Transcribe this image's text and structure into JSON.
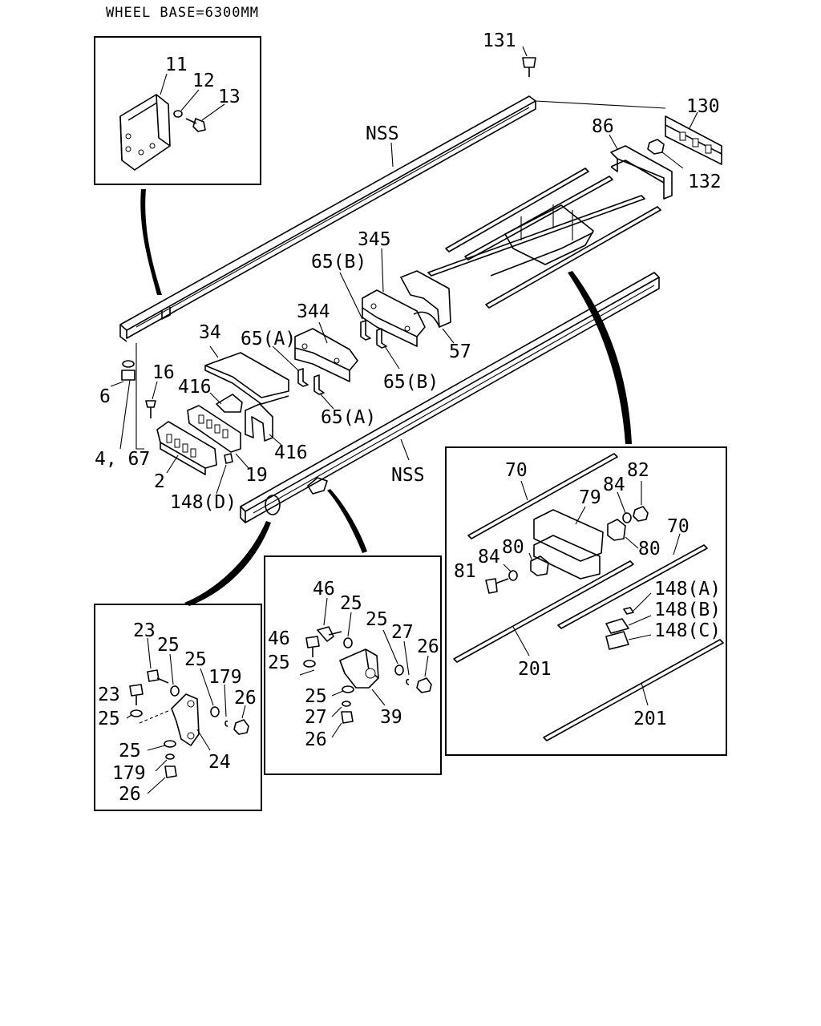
{
  "title": "WHEEL BASE=6300MM",
  "main": {
    "labels": {
      "l131": "131",
      "l130": "130",
      "l86": "86",
      "l132": "132",
      "l11": "11",
      "l12": "12",
      "l13": "13",
      "nss_top": "NSS",
      "nss_bottom": "NSS",
      "l345": "345",
      "l65b_top": "65(B)",
      "l344": "344",
      "l34": "34",
      "l65a_top": "65(A)",
      "l57": "57",
      "l65b_bottom": "65(B)",
      "l16": "16",
      "l416_left": "416",
      "l6": "6",
      "l65a_bottom": "65(A)",
      "l416_right": "416",
      "l4_67": "4, 67",
      "l19": "19",
      "l2": "2",
      "l148d": "148(D)"
    }
  },
  "inset_right": {
    "labels": {
      "l70_top": "70",
      "l82": "82",
      "l84_top": "84",
      "l79": "79",
      "l70_right": "70",
      "l84_mid": "84",
      "l80_left": "80",
      "l80_right": "80",
      "l81": "81",
      "l148a": "148(A)",
      "l148b": "148(B)",
      "l148c": "148(C)",
      "l201_left": "201",
      "l201_bottom": "201"
    }
  },
  "inset_center": {
    "labels": {
      "l46_top": "46",
      "l25_a": "25",
      "l25_b": "25",
      "l46_left": "46",
      "l27_top": "27",
      "l26_right": "26",
      "l25_c": "25",
      "l25_d": "25",
      "l39": "39",
      "l27_bottom": "27",
      "l26_bottom": "26"
    }
  },
  "inset_left": {
    "labels": {
      "l23_top": "23",
      "l25_a": "25",
      "l25_b": "25",
      "l179_top": "179",
      "l23_left": "23",
      "l26_right": "26",
      "l25_left": "25",
      "l25_bottom": "25",
      "l24": "24",
      "l179_bottom": "179",
      "l26_bottom": "26"
    }
  }
}
